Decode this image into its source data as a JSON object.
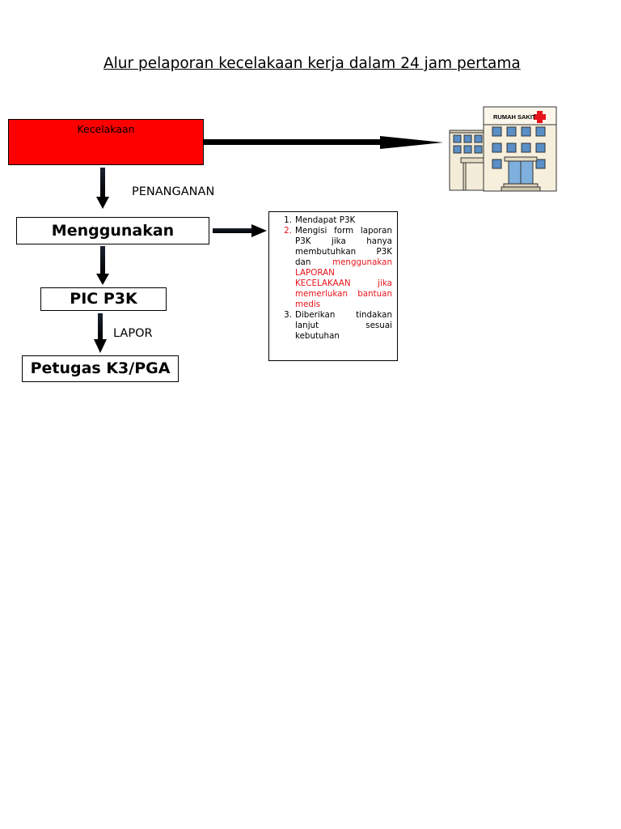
{
  "title": "Alur pelaporan kecelakaan kerja dalam 24 jam pertama",
  "nodes": {
    "kecelakaan": "Kecelakaan",
    "menggunakan": "Menggunakan",
    "pic": "PIC P3K",
    "petugas": "Petugas K3/PGA"
  },
  "edge_labels": {
    "penanganan": "PENANGANAN",
    "lapor": "LAPOR"
  },
  "hospital": {
    "sign": "RUMAH SAKIT"
  },
  "steps": [
    {
      "number": "1.",
      "text": "Mendapat P3K"
    },
    {
      "number": "2.",
      "text_black": "Mengisi form laporan P3K jika hanya membutuhkan P3K dan ",
      "text_red": "menggunakan LAPORAN KECELAKAAN jika memerlukan bantuan medis"
    },
    {
      "number": "3.",
      "text": "Diberikan tindakan lanjut sesuai kebutuhan"
    }
  ],
  "colors": {
    "accident_box": "#ff0000",
    "highlight_text": "#e8141b",
    "arrow": "#000000"
  }
}
